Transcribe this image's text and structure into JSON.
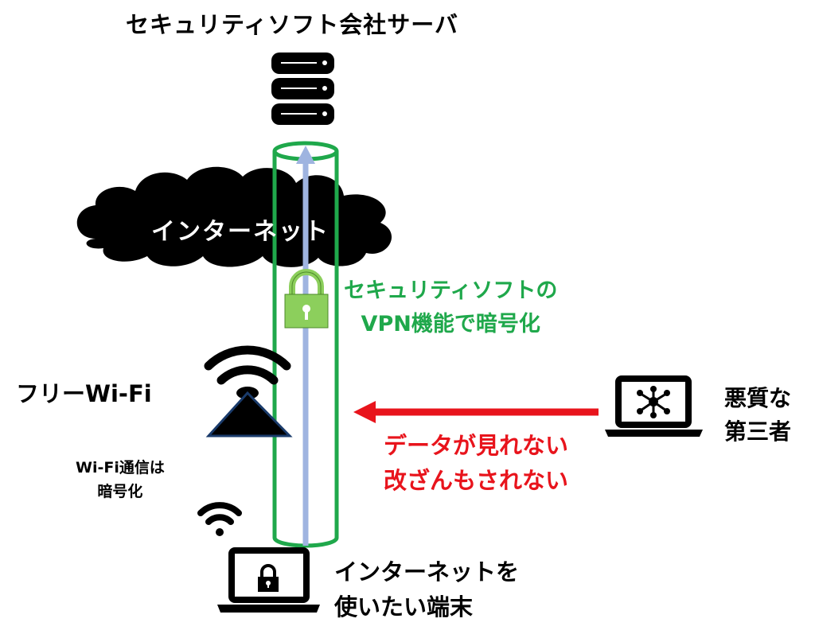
{
  "labels": {
    "server": "セキュリティソフト会社サーバ",
    "internet": "インターネット",
    "vpn_line1": "セキュリティソフトの",
    "vpn_line2": "VPN機能で暗号化",
    "free_wifi": "フリーWi-Fi",
    "wifi_enc_line1": "Wi-Fi通信は",
    "wifi_enc_line2": "暗号化",
    "third_party_line1": "悪質な",
    "third_party_line2": "第三者",
    "attack_line1": "データが見れない",
    "attack_line2": "改ざんもされない",
    "device_line1": "インターネットを",
    "device_line2": "使いたい端末"
  },
  "colors": {
    "tunnel": "#1fa84b",
    "data_arrow": "#9fb4e0",
    "attack_arrow": "#e8141c",
    "lock": "#8ccf5c",
    "cloud": "#000000"
  },
  "icons": {
    "server": "database-server-icon",
    "cloud": "cloud-icon",
    "padlock": "padlock-icon",
    "access_point": "wifi-access-point-icon",
    "wifi_signal": "wifi-signal-icon",
    "attacker_laptop": "laptop-network-icon",
    "user_laptop": "laptop-lock-icon"
  }
}
